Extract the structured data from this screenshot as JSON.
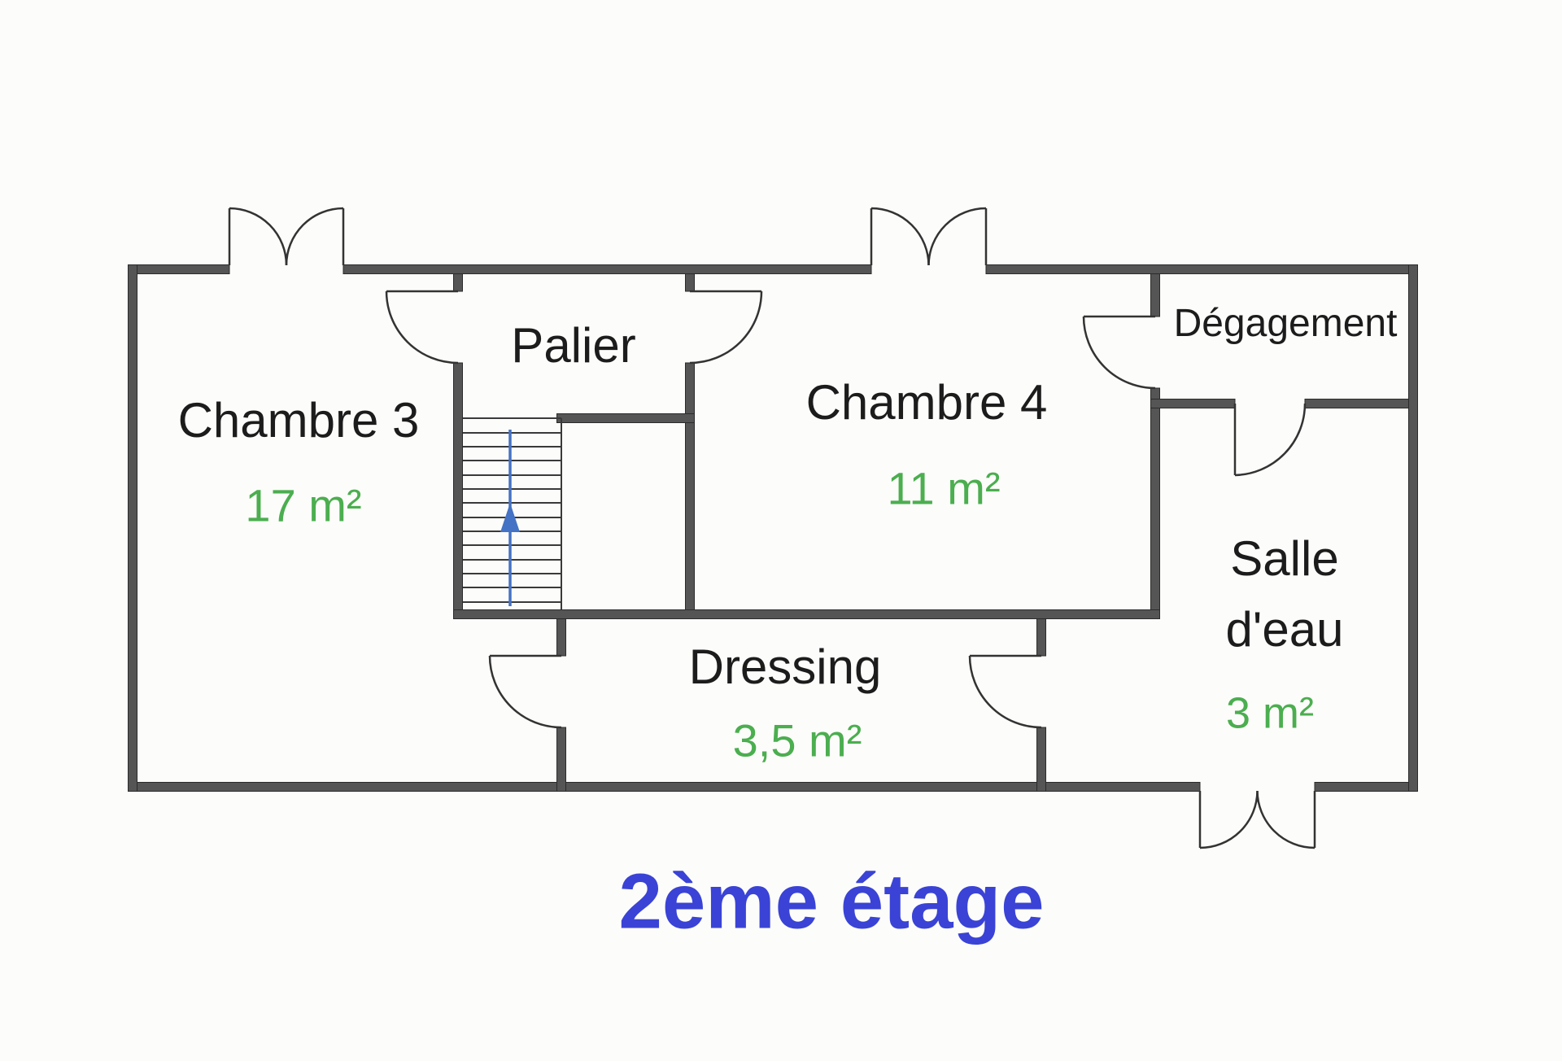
{
  "floor": {
    "title": "2ème étage"
  },
  "rooms": [
    {
      "id": "chambre-3",
      "name": "Chambre 3",
      "area": "17 m²"
    },
    {
      "id": "palier",
      "name": "Palier",
      "area": null
    },
    {
      "id": "chambre-4",
      "name": "Chambre 4",
      "area": "11 m²"
    },
    {
      "id": "degagement",
      "name": "Dégagement",
      "area": null
    },
    {
      "id": "salle-deau",
      "name": "Salle d'eau",
      "name_line1": "Salle",
      "name_line2": "d'eau",
      "area": "3 m²"
    },
    {
      "id": "dressing",
      "name": "Dressing",
      "area": "3,5 m²"
    }
  ],
  "symbols": {
    "stairs_direction": "up",
    "door_count": 9
  },
  "colors": {
    "wall": "#555555",
    "wall_edge": "#2b2b2b",
    "door": "#333333",
    "room_label": "#1c1c1c",
    "area_label": "#4BAE4F",
    "title": "#3A43D6",
    "stairs_arrow": "#4472C4"
  }
}
